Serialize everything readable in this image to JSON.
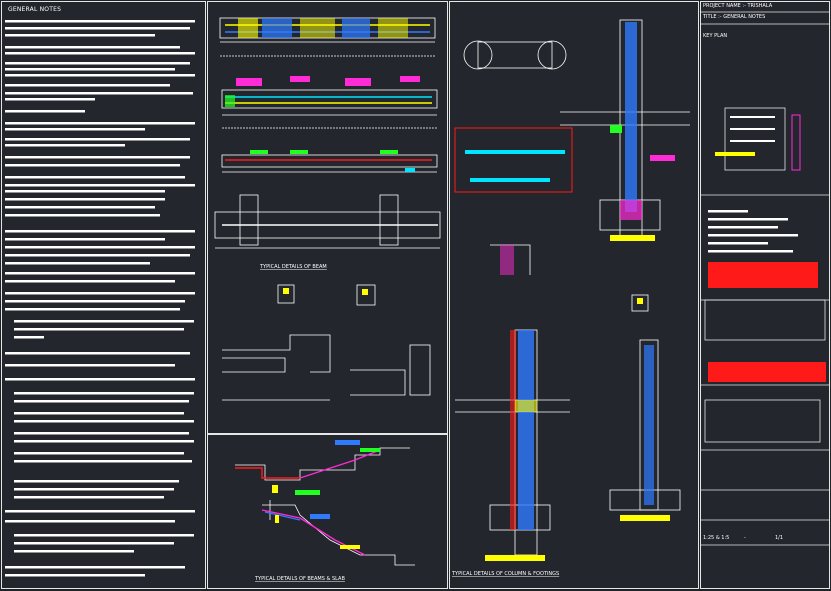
{
  "notes": {
    "title": "GENERAL NOTES"
  },
  "title_block": {
    "project_name": "PROJECT NAME :- TRISHALA",
    "title": "TITLE :- GENERAL NOTES",
    "key_plan": "KEY PLAN",
    "scale": "1:25 & 1:5",
    "dash": "-",
    "sheet": "1/1"
  },
  "captions": {
    "beam": "TYPICAL DETAILS OF BEAM",
    "beams_slab": "TYPICAL  DETAILS OF BEAMS & SLAB",
    "column": "TYPICAL DETAILS OF COLUMN & FOOTINGS"
  },
  "colors": {
    "background": "#23262c",
    "line": "#ffffff",
    "rebar_blue": "#2f7bff",
    "cyan": "#00e5ff",
    "magenta": "#ff2bd6",
    "yellow": "#ffff00",
    "red": "#ff1a1a",
    "green": "#22ff22"
  }
}
